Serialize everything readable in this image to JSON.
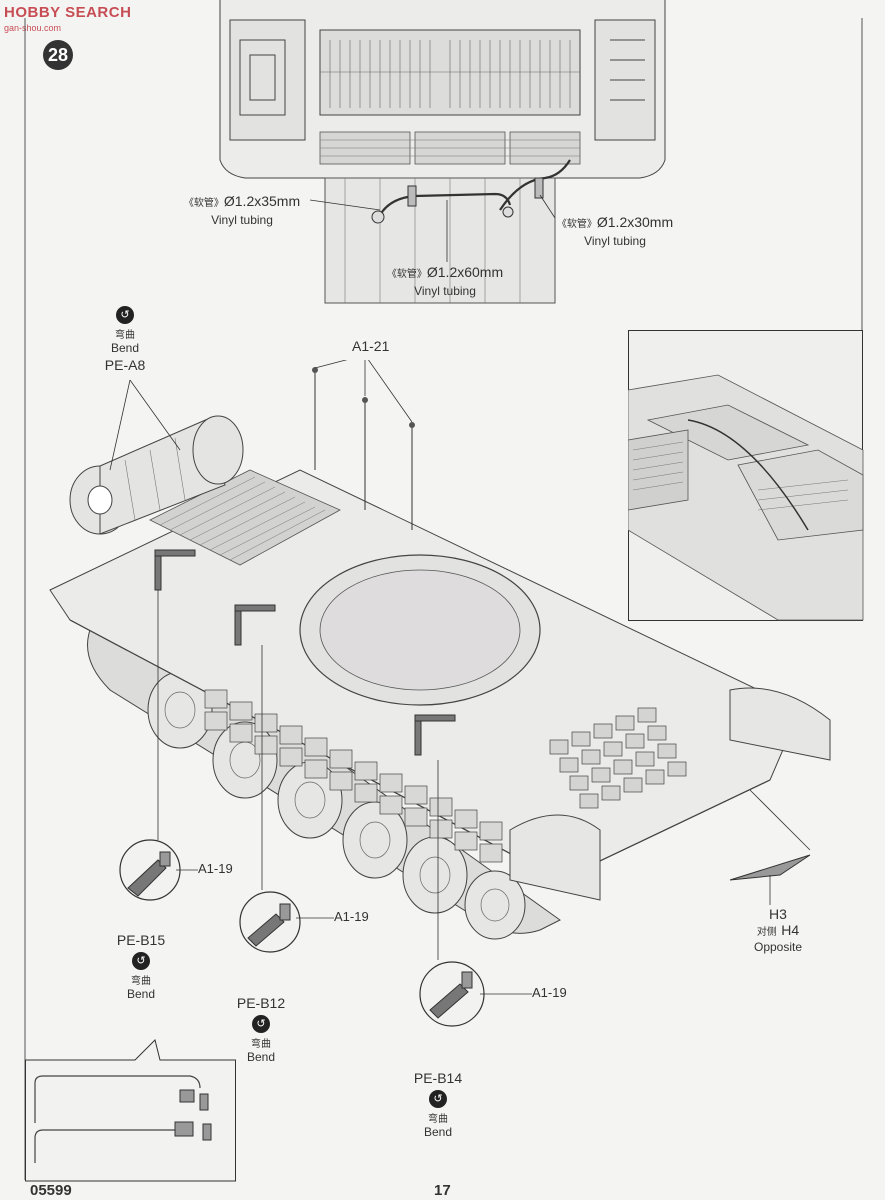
{
  "watermark": {
    "logo_text": "HOBBY SEARCH",
    "site_text": "gan-shou.com"
  },
  "step_number": "28",
  "top_callouts": [
    {
      "cn": "《软管》",
      "size": "Ø1.2x35mm",
      "en": "Vinyl tubing"
    },
    {
      "cn": "《软管》",
      "size": "Ø1.2x30mm",
      "en": "Vinyl tubing"
    },
    {
      "cn": "《软管》",
      "size": "Ø1.2x60mm",
      "en": "Vinyl tubing"
    }
  ],
  "pe_a8": {
    "bend_cn": "弯曲",
    "bend_en": "Bend",
    "part": "PE-A8"
  },
  "a1_21": "A1-21",
  "detail_callouts": [
    {
      "part": "A1-19",
      "pe": "PE-B15",
      "bend_cn": "弯曲",
      "bend_en": "Bend"
    },
    {
      "part": "A1-19",
      "pe": "PE-B12",
      "bend_cn": "弯曲",
      "bend_en": "Bend"
    },
    {
      "part": "A1-19",
      "pe": "PE-B14",
      "bend_cn": "弯曲",
      "bend_en": "Bend"
    }
  ],
  "h3": {
    "h3": "H3",
    "opp_cn": "对侧",
    "h4": "H4",
    "opposite_en": "Opposite"
  },
  "footer": {
    "kit_number": "05599",
    "page_number": "17"
  }
}
